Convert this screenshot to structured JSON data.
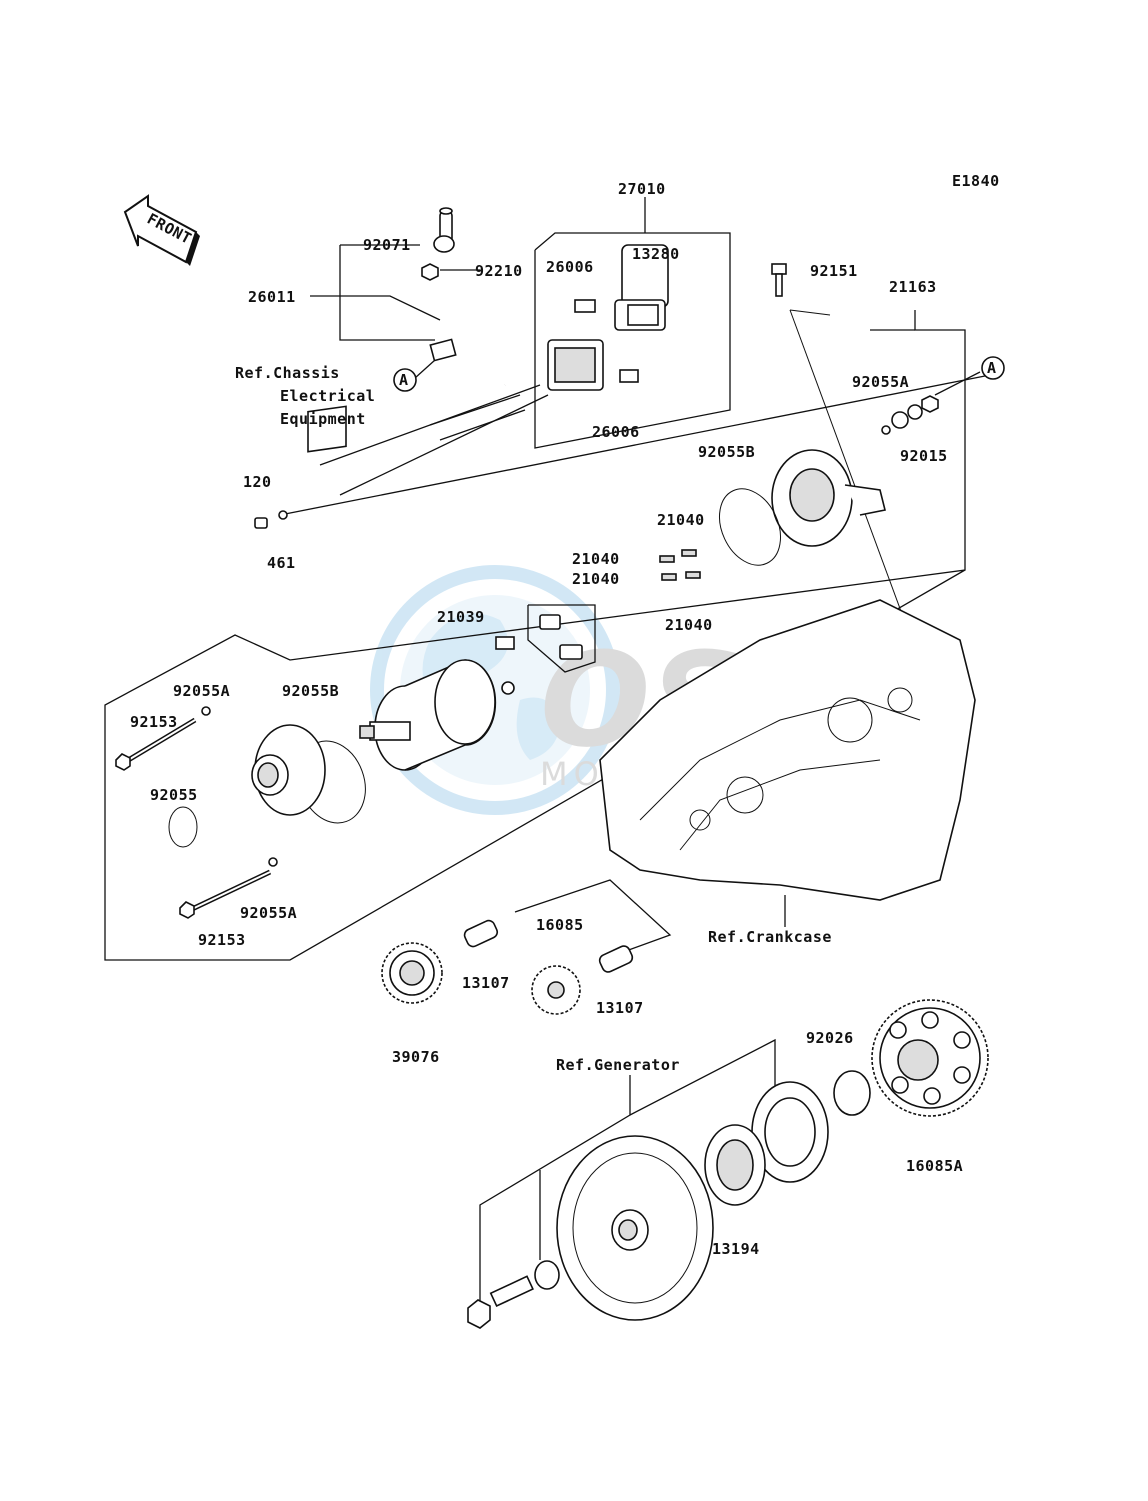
{
  "diagram_code": "E1840",
  "front_label": "FRONT",
  "watermark": {
    "brand": "OSM",
    "sub": "MOTORPARTS"
  },
  "labels": {
    "p27010": "27010",
    "p92071": "92071",
    "p92210": "92210",
    "p26011": "26011",
    "p26006a": "26006",
    "p13280": "13280",
    "p26006b": "26006",
    "p92151": "92151",
    "p21163": "21163",
    "refA1": "A",
    "refA2": "A",
    "ref_chassis_1": "Ref.Chassis",
    "ref_chassis_2": "Electrical",
    "ref_chassis_3": "Equipment",
    "p92055A_top": "92055A",
    "p92015": "92015",
    "p92055B_top": "92055B",
    "p120": "120",
    "p461": "461",
    "p21040a": "21040",
    "p21040b": "21040",
    "p21040c": "21040",
    "p21040d": "21040",
    "p21039": "21039",
    "p92055A_l1": "92055A",
    "p92055B_l": "92055B",
    "p92153a": "92153",
    "p92055": "92055",
    "p92055A_l2": "92055A",
    "p92153b": "92153",
    "ref_crankcase": "Ref.Crankcase",
    "p16085": "16085",
    "p13107a": "13107",
    "p13107b": "13107",
    "p39076": "39076",
    "p92026": "92026",
    "ref_generator": "Ref.Generator",
    "p16085A": "16085A",
    "p13194": "13194"
  }
}
